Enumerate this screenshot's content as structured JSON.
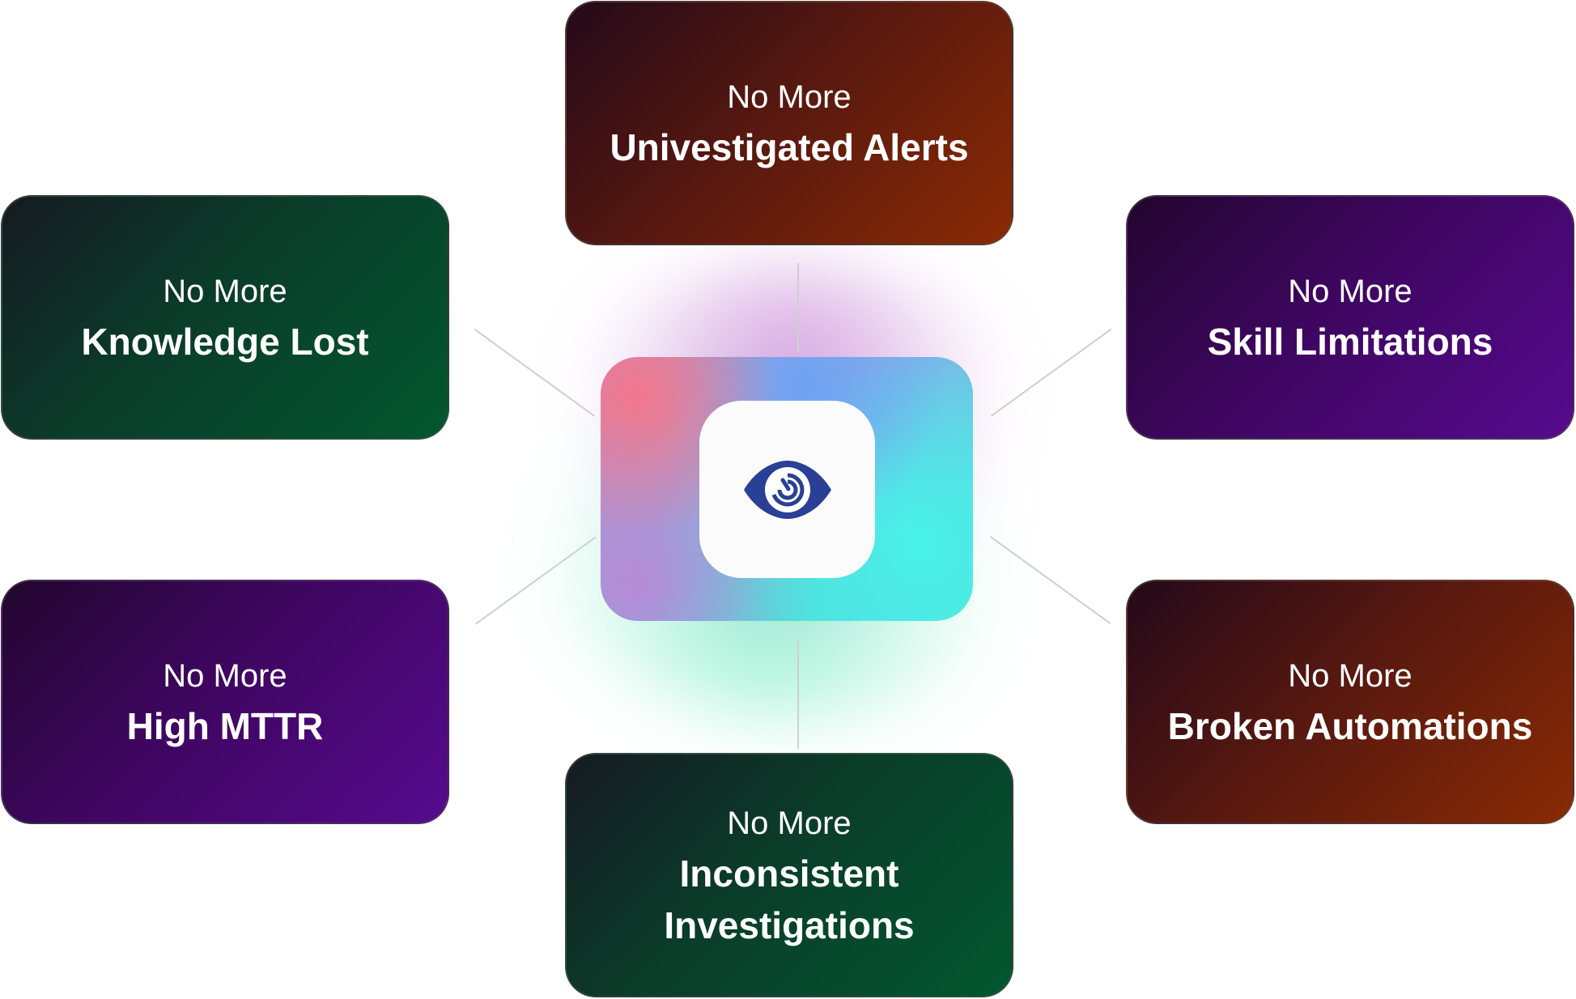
{
  "center": {
    "icon": "eye-logo-icon",
    "icon_color": "#2a3f96"
  },
  "cards": [
    {
      "prefix": "No More",
      "title": "Univestigated Alerts"
    },
    {
      "prefix": "No More",
      "title": "Knowledge Lost"
    },
    {
      "prefix": "No More",
      "title": "Skill Limitations"
    },
    {
      "prefix": "No More",
      "title": "High MTTR"
    },
    {
      "prefix": "No More",
      "title": "Broken Automations"
    },
    {
      "prefix": "No More",
      "title": "Inconsistent Investigations"
    }
  ]
}
